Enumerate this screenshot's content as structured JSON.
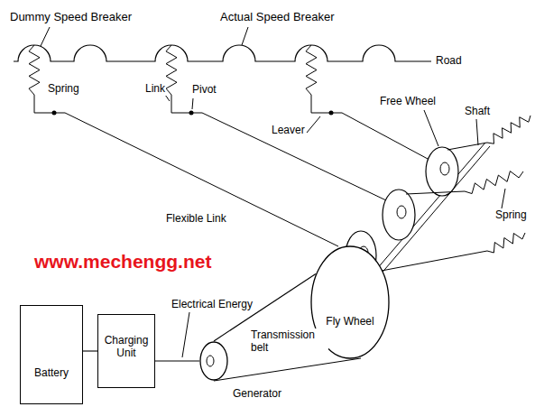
{
  "diagram": {
    "nodes": [
      {
        "text": [
          "Battery"
        ]
      },
      {
        "text": [
          "Charging Unit"
        ]
      },
      {
        "text": [
          "Generator"
        ]
      },
      {
        "text": [
          "Fly Wheel"
        ]
      }
    ],
    "edges": [
      {
        "from": 0,
        "to": 1,
        "arrow": "none"
      },
      {
        "from": 1,
        "to": 2,
        "label": "Electrical Energy",
        "arrow": "none"
      },
      {
        "from": 2,
        "to": 3,
        "label": "Transmission belt",
        "arrow": "none"
      }
    ],
    "labels": [
      "Dummy Speed Breaker",
      "Actual Speed Breaker",
      "Road",
      "Spring",
      "Link",
      "Pivot",
      "Leaver",
      "Free Wheel",
      "Shaft",
      "Flexible Link",
      "Spring",
      "www.mechengg.net"
    ]
  }
}
